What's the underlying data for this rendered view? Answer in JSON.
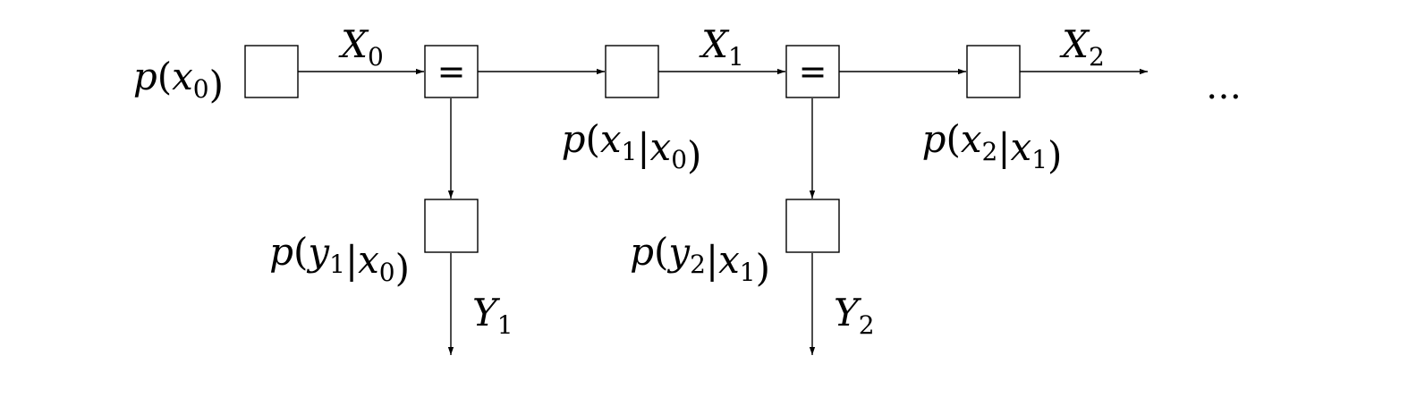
{
  "nodes": {
    "prior": {
      "label": "p(x0)"
    },
    "eq1": {
      "symbol": "="
    },
    "trans1": {
      "label": "p(x1|x0)"
    },
    "eq2": {
      "symbol": "="
    },
    "trans2": {
      "label": "p(x2|x1)"
    },
    "obs1": {
      "label": "p(y1|x0)"
    },
    "obs2": {
      "label": "p(y2|x1)"
    }
  },
  "edges": {
    "x0": "X0",
    "x1": "X1",
    "x2": "X2",
    "y1": "Y1",
    "y2": "Y2"
  },
  "continuation": "…"
}
